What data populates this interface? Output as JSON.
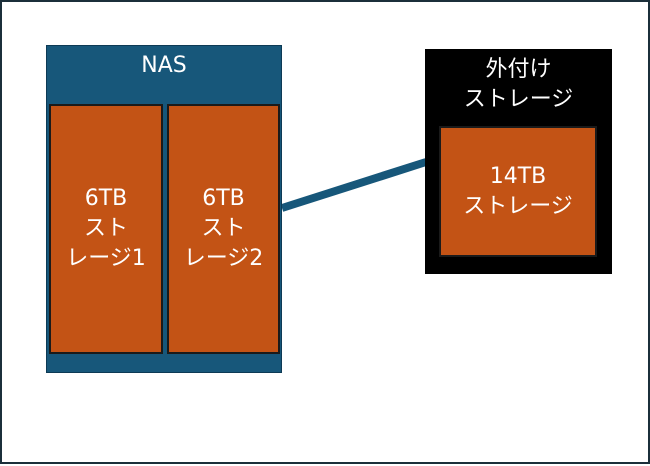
{
  "nas": {
    "title": "NAS",
    "drives": [
      {
        "label": "6TB\nスト\nレージ1"
      },
      {
        "label": "6TB\nスト\nレージ2"
      }
    ]
  },
  "external": {
    "title": "外付け\nストレージ",
    "drive": {
      "label": "14TB\nストレージ"
    }
  },
  "colors": {
    "nas_enclosure": "#17577a",
    "drive": "#c35315",
    "external_enclosure": "#000000",
    "connector": "#17577a",
    "text": "#ffffff"
  }
}
